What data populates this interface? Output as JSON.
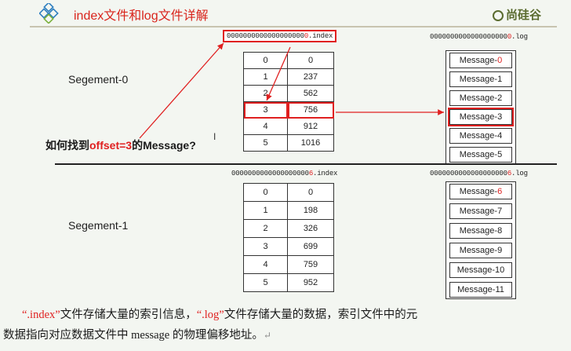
{
  "header": {
    "title": "index文件和log文件详解",
    "brand": "尚硅谷",
    "colors": {
      "accent": "#e02020",
      "brand": "#5a6b2f"
    }
  },
  "segments": [
    {
      "label": "Segement-0",
      "index_file": {
        "prefix": "0000000000000000000",
        "hl": "0",
        "ext": ".index"
      },
      "log_file": {
        "prefix": "0000000000000000000",
        "hl": "0",
        "ext": ".log"
      },
      "rows": [
        {
          "offset": "0",
          "position": "0"
        },
        {
          "offset": "1",
          "position": "237"
        },
        {
          "offset": "2",
          "position": "562"
        },
        {
          "offset": "3",
          "position": "756"
        },
        {
          "offset": "4",
          "position": "912"
        },
        {
          "offset": "5",
          "position": "1016"
        }
      ],
      "messages": [
        {
          "base": "Message-",
          "num": "0"
        },
        {
          "base": "Message-",
          "num": "1"
        },
        {
          "base": "Message-",
          "num": "2"
        },
        {
          "base": "Message-",
          "num": "3"
        },
        {
          "base": "Message-",
          "num": "4"
        },
        {
          "base": "Message-",
          "num": "5"
        }
      ]
    },
    {
      "label": "Segement-1",
      "index_file": {
        "prefix": "0000000000000000000",
        "hl": "6",
        "ext": ".index"
      },
      "log_file": {
        "prefix": "0000000000000000000",
        "hl": "6",
        "ext": ".log"
      },
      "rows": [
        {
          "offset": "0",
          "position": "0"
        },
        {
          "offset": "1",
          "position": "198"
        },
        {
          "offset": "2",
          "position": "326"
        },
        {
          "offset": "3",
          "position": "699"
        },
        {
          "offset": "4",
          "position": "759"
        },
        {
          "offset": "5",
          "position": "952"
        }
      ],
      "messages": [
        {
          "base": "Message-",
          "num": "6"
        },
        {
          "base": "Message-",
          "num": "7"
        },
        {
          "base": "Message-",
          "num": "8"
        },
        {
          "base": "Message-",
          "num": "9"
        },
        {
          "base": "Message-",
          "num": "10"
        },
        {
          "base": "Message-",
          "num": "11"
        }
      ]
    }
  ],
  "question": {
    "pre": "如何找到",
    "highlight": "offset=3",
    "post": "的Message?"
  },
  "caption": {
    "line1_q1": "“.index”",
    "line1_a": "文件存储大量的索引信息，",
    "line1_q2": "“.log”",
    "line1_b": "文件存储大量的数据，索引文件中的元",
    "line2": "数据指向对应数据文件中 message 的物理偏移地址。",
    "return_mark": "↵"
  },
  "icons": {
    "logo": "diamond-grid-icon",
    "brand_mark": "brand-u-icon"
  }
}
